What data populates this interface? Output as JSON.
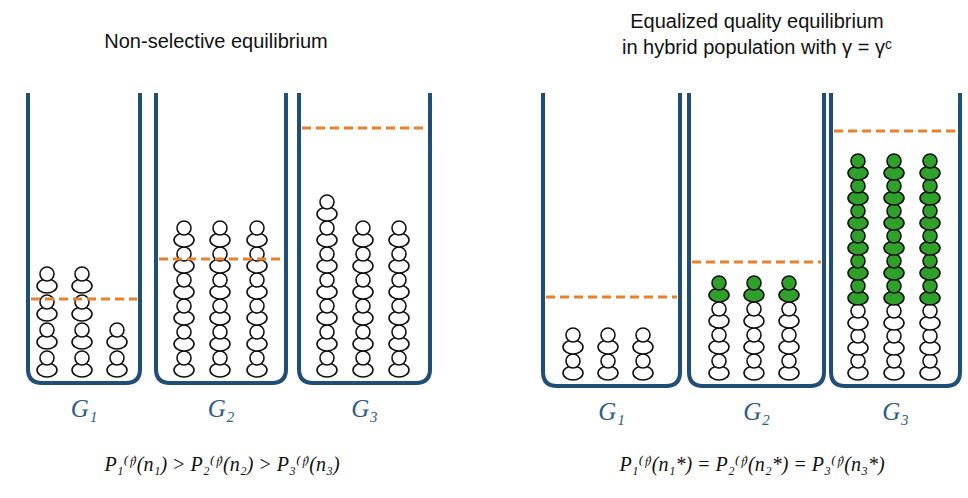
{
  "diagram": {
    "nodes": [
      {
        "text": [
          "G₁"
        ]
      },
      {
        "text": [
          "G₂"
        ]
      },
      {
        "text": [
          "G₃"
        ]
      },
      {
        "text": [
          "G₁"
        ]
      },
      {
        "text": [
          "G₂"
        ]
      },
      {
        "text": [
          "G₃"
        ]
      }
    ],
    "labels": [
      "Non-selective equilibrium",
      "Equalized quality equilibrium in hybrid population with γ = γᶜ",
      "P₁⁽ᶠ⁾(n₁) > P₂⁽ᶠ⁾(n₂) > P₃⁽ᶠ⁾(n₃)",
      "P₁⁽ᶠ⁾(n₁*) = P₂⁽ᶠ⁾(n₂*) = P₃⁽ᶠ⁾(n₃*)"
    ]
  }
}
